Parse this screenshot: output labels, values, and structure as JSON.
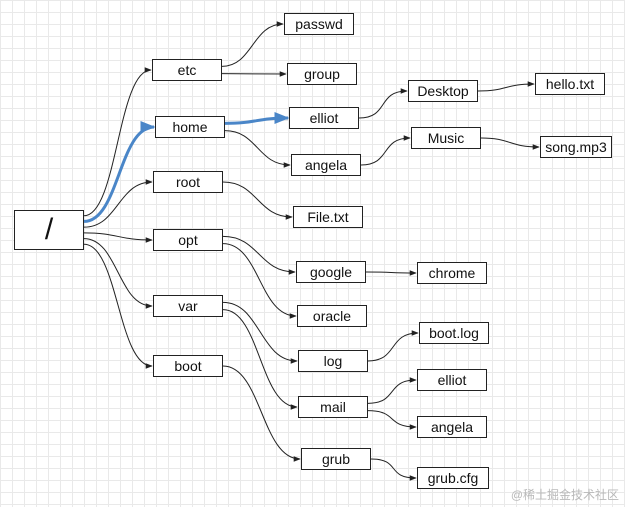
{
  "diagram": {
    "root_label": "/",
    "nodes": {
      "etc": "etc",
      "home": "home",
      "root": "root",
      "opt": "opt",
      "var": "var",
      "boot": "boot",
      "passwd": "passwd",
      "group": "group",
      "elliot": "elliot",
      "angela": "angela",
      "file_txt": "File.txt",
      "google": "google",
      "oracle": "oracle",
      "log": "log",
      "mail": "mail",
      "grub": "grub",
      "desktop": "Desktop",
      "music": "Music",
      "chrome": "chrome",
      "boot_log": "boot.log",
      "mail_elliot": "elliot",
      "mail_angela": "angela",
      "grub_cfg": "grub.cfg",
      "hello_txt": "hello.txt",
      "song_mp3": "song.mp3"
    },
    "edges": [
      [
        "slash",
        "etc"
      ],
      [
        "slash",
        "home"
      ],
      [
        "slash",
        "root"
      ],
      [
        "slash",
        "opt"
      ],
      [
        "slash",
        "var"
      ],
      [
        "slash",
        "boot"
      ],
      [
        "etc",
        "passwd"
      ],
      [
        "etc",
        "group"
      ],
      [
        "home",
        "elliot"
      ],
      [
        "home",
        "angela"
      ],
      [
        "root",
        "file_txt"
      ],
      [
        "opt",
        "google"
      ],
      [
        "opt",
        "oracle"
      ],
      [
        "var",
        "log"
      ],
      [
        "var",
        "mail"
      ],
      [
        "boot",
        "grub"
      ],
      [
        "elliot",
        "desktop"
      ],
      [
        "angela",
        "music"
      ],
      [
        "google",
        "chrome"
      ],
      [
        "log",
        "boot_log"
      ],
      [
        "mail",
        "mail_elliot"
      ],
      [
        "mail",
        "mail_angela"
      ],
      [
        "grub",
        "grub_cfg"
      ],
      [
        "desktop",
        "hello_txt"
      ],
      [
        "music",
        "song_mp3"
      ]
    ],
    "highlighted_edges": [
      [
        "slash",
        "home"
      ],
      [
        "home",
        "elliot"
      ]
    ],
    "highlight_color": "#4a86c8",
    "edge_color": "#222222"
  },
  "watermark": "@稀土掘金技术社区"
}
